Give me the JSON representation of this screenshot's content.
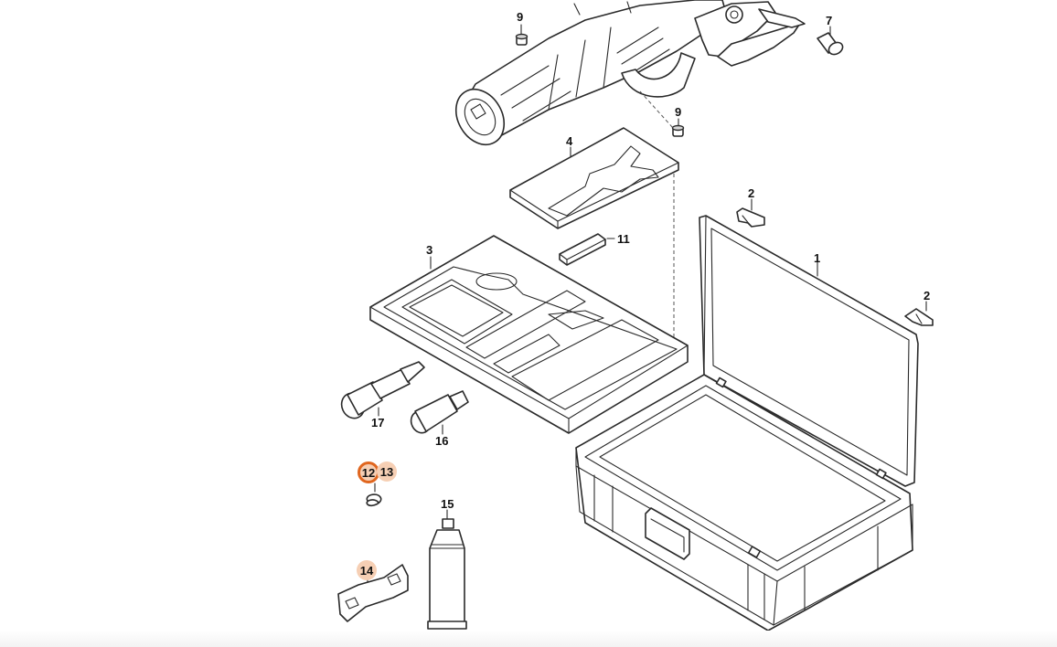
{
  "diagram": {
    "labels": {
      "part_1": "1",
      "part_2a": "2",
      "part_2b": "2",
      "part_3": "3",
      "part_4": "4",
      "part_7": "7",
      "part_9a": "9",
      "part_9b": "9",
      "part_11": "11",
      "part_12": "12",
      "part_13": "13",
      "part_14": "14",
      "part_15": "15",
      "part_16": "16",
      "part_17": "17"
    },
    "highlight": {
      "active_color": "#e0661f",
      "light_color": "#f6cfb4",
      "active_parts": [
        "12"
      ],
      "marked_parts": [
        "13",
        "14"
      ]
    }
  }
}
